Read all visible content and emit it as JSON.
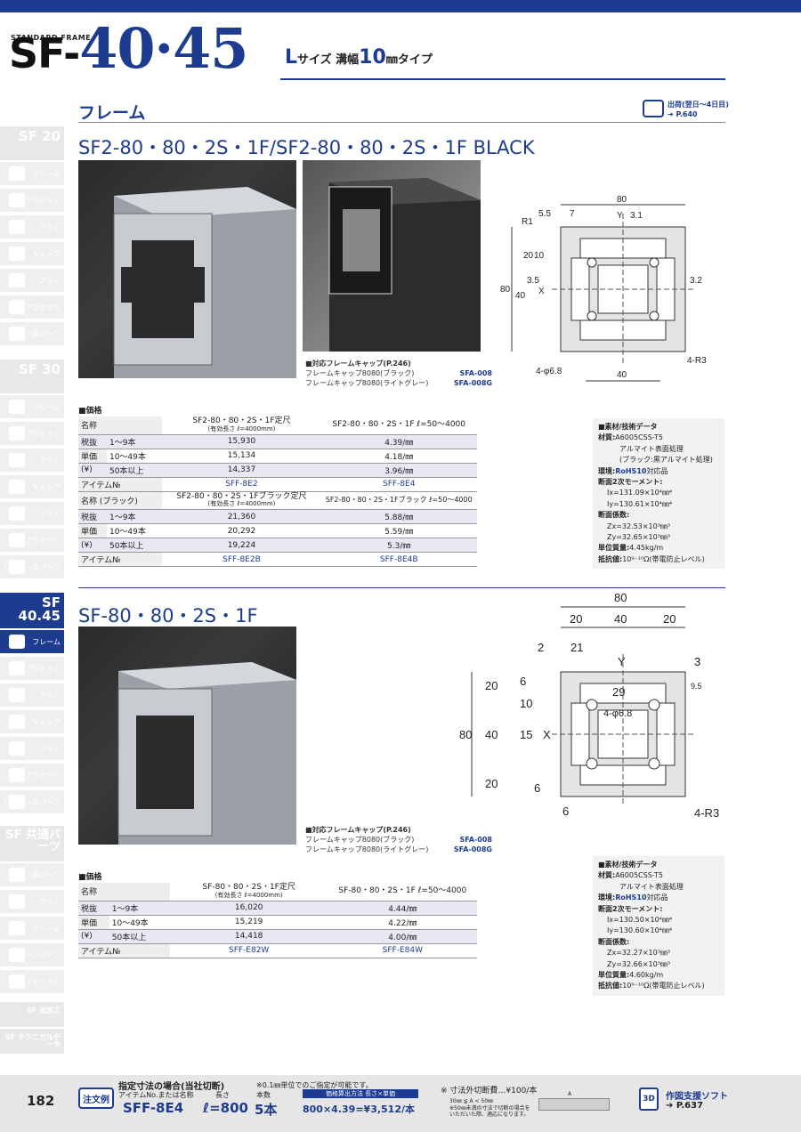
{
  "header": {
    "standard_frame": "STANDARD FRAME",
    "prefix": "SF-",
    "model": "40·45",
    "size_l": "L",
    "size_text": "サイズ 溝幅",
    "groove": "10",
    "groove_unit": "㎜",
    "type_text": "タイプ",
    "section": "フレーム",
    "ship_line1": "出荷(翌日〜4日目)",
    "ship_line2": "➔ P.640"
  },
  "sidebar": {
    "sf20": "SF 20",
    "sf30": "SF 30",
    "sf4045": "SF 40.45",
    "common": "SF 共通パーツ",
    "extra": "SF 追加工",
    "tech": "SF テクニカルデータ",
    "items20": [
      "フレーム",
      "ブラケット",
      "ナット",
      "キャップ",
      "フット",
      "アクセサリ",
      "パネル・扉パーツ"
    ],
    "items30": [
      "フレーム",
      "ブラケット",
      "ナット",
      "キャップ",
      "フット",
      "アクセサリ",
      "パネル・扉パーツ"
    ],
    "items45": [
      "フレーム",
      "ブラケット",
      "ナット",
      "キャップ",
      "フット",
      "アクセサリ",
      "パネル・扉パーツ"
    ],
    "itemsCommon": [
      "パネル・扉パーツ",
      "フット",
      "フレーム",
      "クリーンファン",
      "ボルト・ネジ"
    ]
  },
  "product1": {
    "title": "SF2-80・80・2S・1F/SF2-80・80・2S・1F BLACK",
    "cap_head": "■対応フレームキャップ(P.246)",
    "cap1": "フレームキャップ8080(ブラック)",
    "cap1_code": "SFA-008",
    "cap2": "フレームキャップ8080(ライトグレー)",
    "cap2_code": "SFA-008G",
    "dims": {
      "w": "80",
      "d55": "5.5",
      "d7": "7",
      "y": "Y",
      "d31": "3.1",
      "r1": "R1",
      "d20": "20",
      "d10": "10",
      "d35": "3.5",
      "x": "X",
      "d32": "3.2",
      "h80": "80",
      "h40": "40",
      "hole": "4-φ6.8",
      "r3": "4-R3",
      "b40": "40"
    },
    "price_title": "■価格",
    "table1": {
      "name_lbl": "名称",
      "col1": "SF2-80・80・2S・1F定尺",
      "col1_sub": "(有効長さ ℓ=4000mm)",
      "col2": "SF2-80・80・2S・1F ℓ=50〜4000",
      "row_lbl": [
        "税抜",
        "単価",
        "(¥)"
      ],
      "qty": [
        "1〜9本",
        "10〜49本",
        "50本以上"
      ],
      "v1": [
        "15,930",
        "15,134",
        "14,337"
      ],
      "v2": [
        "4.39/㎜",
        "4.18/㎜",
        "3.96/㎜"
      ],
      "item_lbl": "アイテム№",
      "code1": "SFF-8E2",
      "code2": "SFF-8E4"
    },
    "table2": {
      "name_lbl": "名称 (ブラック)",
      "col1": "SF2-80・80・2S・1Fブラック定尺",
      "col1_sub": "(有効長さ ℓ=4000mm)",
      "col2": "SF2-80・80・2S・1Fブラック ℓ=50〜4000",
      "row_lbl": [
        "税抜",
        "単価",
        "(¥)"
      ],
      "qty": [
        "1〜9本",
        "10〜49本",
        "50本以上"
      ],
      "v1": [
        "21,360",
        "20,292",
        "19,224"
      ],
      "v2": [
        "5.88/㎜",
        "5.59/㎜",
        "5.3/㎜"
      ],
      "item_lbl": "アイテム№",
      "code1": "SFF-8E2B",
      "code2": "SFF-8E4B"
    },
    "spec": {
      "head": "■素材/技術データ",
      "material_k": "材質:",
      "material": "A6005CSS-T5",
      "treat1": "アルマイト表面処理",
      "treat2": "(ブラック:黒アルマイト処理)",
      "env_k": "環境:",
      "rohs": "RoHS10",
      "env": "対応品",
      "moment_k": "断面2次モーメント:",
      "ix": "Ix=131.09×10⁴㎜⁴",
      "iy": "Iy=130.61×10⁴㎜⁴",
      "modulus_k": "断面係数:",
      "zx": "Zx=32.53×10³㎜³",
      "zy": "Zy=32.65×10³㎜³",
      "mass_k": "単位質量:",
      "mass": "4.45kg/m",
      "res_k": "抵抗値:",
      "res": "10⁹⁻¹⁰Ω(帯電防止レベル)"
    }
  },
  "product2": {
    "title": "SF-80・80・2S・1F",
    "cap_head": "■対応フレームキャップ(P.246)",
    "cap1": "フレームキャップ8080(ブラック)",
    "cap1_code": "SFA-008",
    "cap2": "フレームキャップ8080(ライトグレー)",
    "cap2_code": "SFA-008G",
    "dims": {
      "w": "80",
      "d20a": "20",
      "d40": "40",
      "d20b": "20",
      "d2": "2",
      "d21": "21",
      "y": "Y",
      "d3": "3",
      "d95": "9.5",
      "d20": "20",
      "d6": "6",
      "d29": "29",
      "d10": "10",
      "hole": "4-φ6.8",
      "h80": "80",
      "h40": "40",
      "d15": "15",
      "x": "X",
      "d20c": "20",
      "d6b": "6",
      "d6c": "6",
      "r3": "4-R3"
    },
    "price_title": "■価格",
    "table": {
      "name_lbl": "名称",
      "col1": "SF-80・80・2S・1F定尺",
      "col1_sub": "(有効長さ ℓ=4000mm)",
      "col2": "SF-80・80・2S・1F ℓ=50〜4000",
      "row_lbl": [
        "税抜",
        "単価",
        "(¥)"
      ],
      "qty": [
        "1〜9本",
        "10〜49本",
        "50本以上"
      ],
      "v1": [
        "16,020",
        "15,219",
        "14,418"
      ],
      "v2": [
        "4.44/㎜",
        "4.22/㎜",
        "4.00/㎜"
      ],
      "item_lbl": "アイテム№",
      "code1": "SFF-E82W",
      "code2": "SFF-E84W"
    },
    "spec": {
      "head": "■素材/技術データ",
      "material_k": "材質:",
      "material": "A6005CSS-T5",
      "treat1": "アルマイト表面処理",
      "env_k": "環境:",
      "rohs": "RoHS10",
      "env": "対応品",
      "moment_k": "断面2次モーメント:",
      "ix": "Ix=130.50×10⁴㎜⁴",
      "iy": "Iy=130.60×10⁴㎜⁴",
      "modulus_k": "断面係数:",
      "zx": "Zx=32.27×10³㎜³",
      "zy": "Zy=32.66×10³㎜³",
      "mass_k": "単位質量:",
      "mass": "4.60kg/m",
      "res_k": "抵抗値:",
      "res": "10⁹⁻¹⁰Ω(帯電防止レベル)"
    }
  },
  "footer": {
    "page": "182",
    "order_label": "注文例",
    "spec_title": "指定寸法の場合(当社切断)",
    "col_item": "アイテムNo.または名称",
    "col_len": "長さ",
    "col_qty": "本数",
    "item": "SFF-8E4",
    "len": "ℓ=800",
    "qty": "5本",
    "note": "※0.1㎜単位でのご指定が可能です。",
    "calc_head": "価格算出方法 長さ×単価",
    "calc": "800×4.39=¥3,512/本",
    "cut_fee": "※ 寸法外切断費…¥100/本",
    "cut_cond": "30㎜ ≦ A < 50㎜",
    "cut_note1": "※50㎜未満の寸法で切断の場合を",
    "cut_note2": "いただいた際、適応になります。",
    "cut_a": "A",
    "soft_label": "3D",
    "soft": "作図支援ソフト",
    "soft_page": "➔ P.637"
  }
}
